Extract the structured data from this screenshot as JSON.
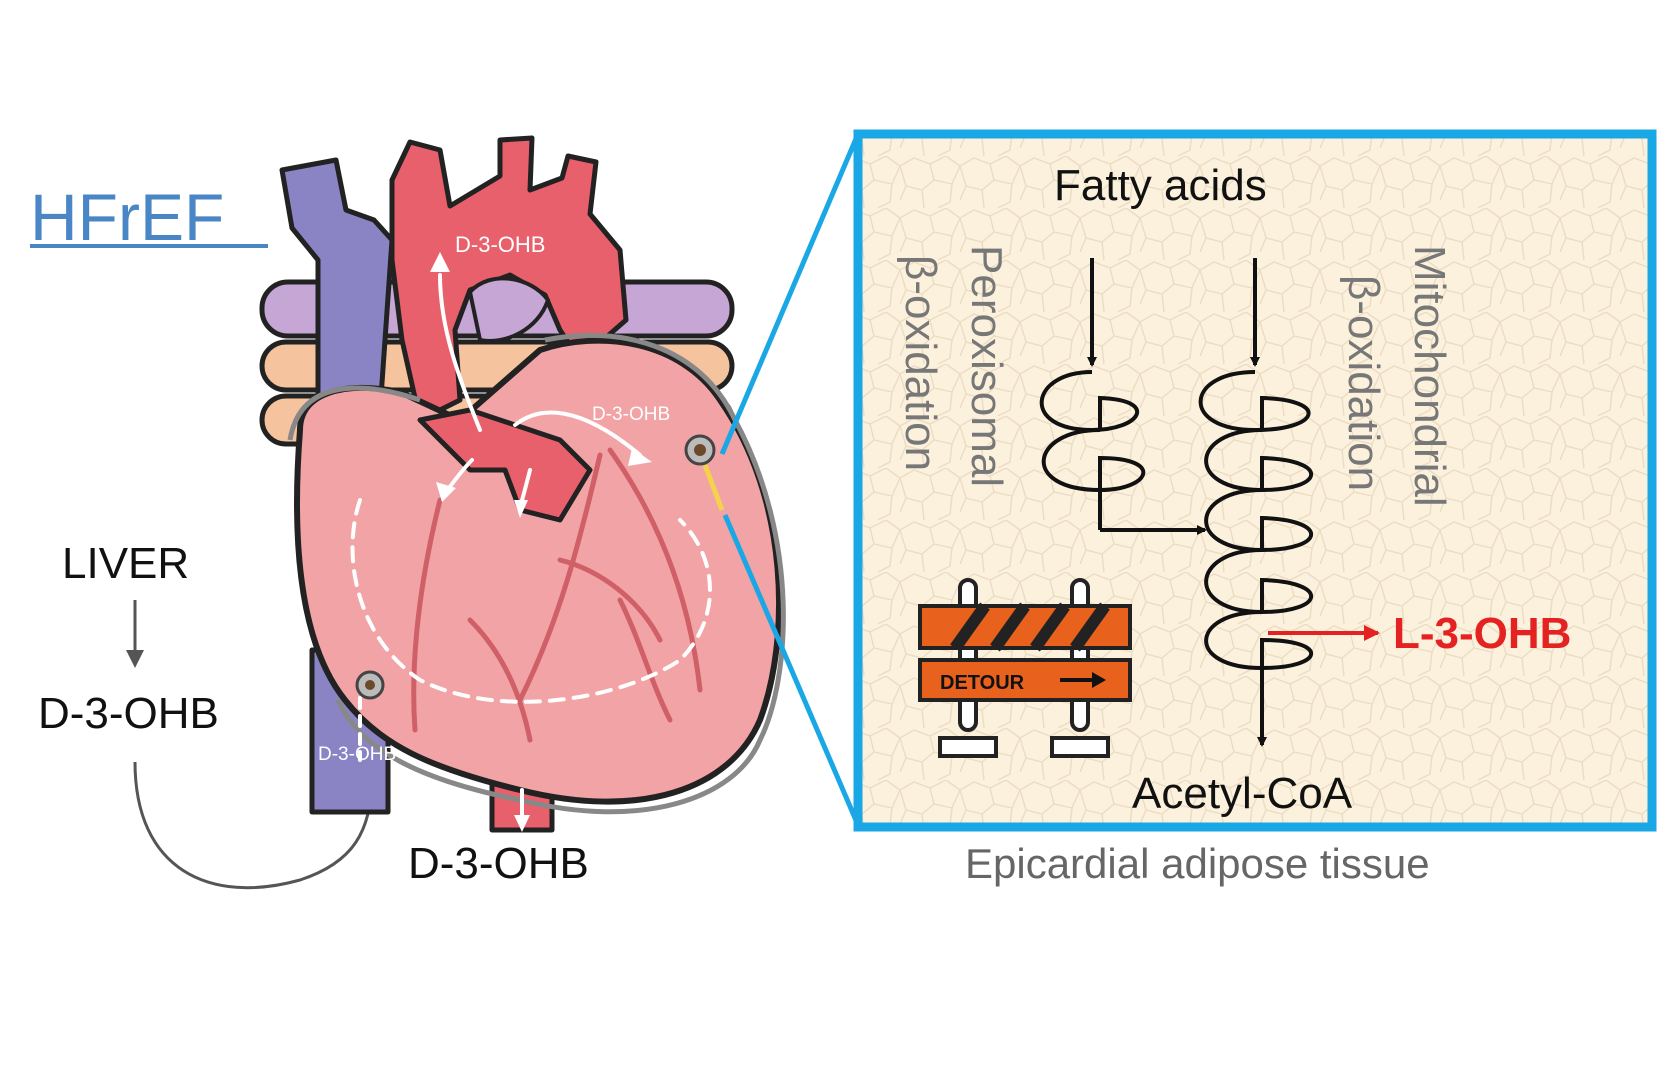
{
  "title": "HFrEF",
  "liver": {
    "source": "LIVER",
    "product": "D-3-OHB"
  },
  "heart": {
    "aorta_label": "D-3-OHB",
    "coronary_label": "D-3-OHB",
    "vena_cava_label": "D-3-OHB",
    "outflow_label": "D-3-OHB"
  },
  "inset": {
    "top_label": "Fatty acids",
    "left_pathway": [
      "Peroxisomal",
      "β-oxidation"
    ],
    "right_pathway": [
      "Mitochondrial",
      "β-oxidation"
    ],
    "bottom_label": "Acetyl-CoA",
    "side_product": "L-3-OHB",
    "barrier_sign": "DETOUR",
    "caption": "Epicardial adipose tissue"
  },
  "colors": {
    "title_blue": "#4a86c6",
    "inset_border": "#1aa7e6",
    "inset_fill": "#fbf1dd",
    "side_product_red": "#e52222",
    "barrier_orange": "#e8611d",
    "heart_pink": "#f2a3a6",
    "aorta_red": "#e8606b",
    "vein_purple": "#8a84c4"
  }
}
